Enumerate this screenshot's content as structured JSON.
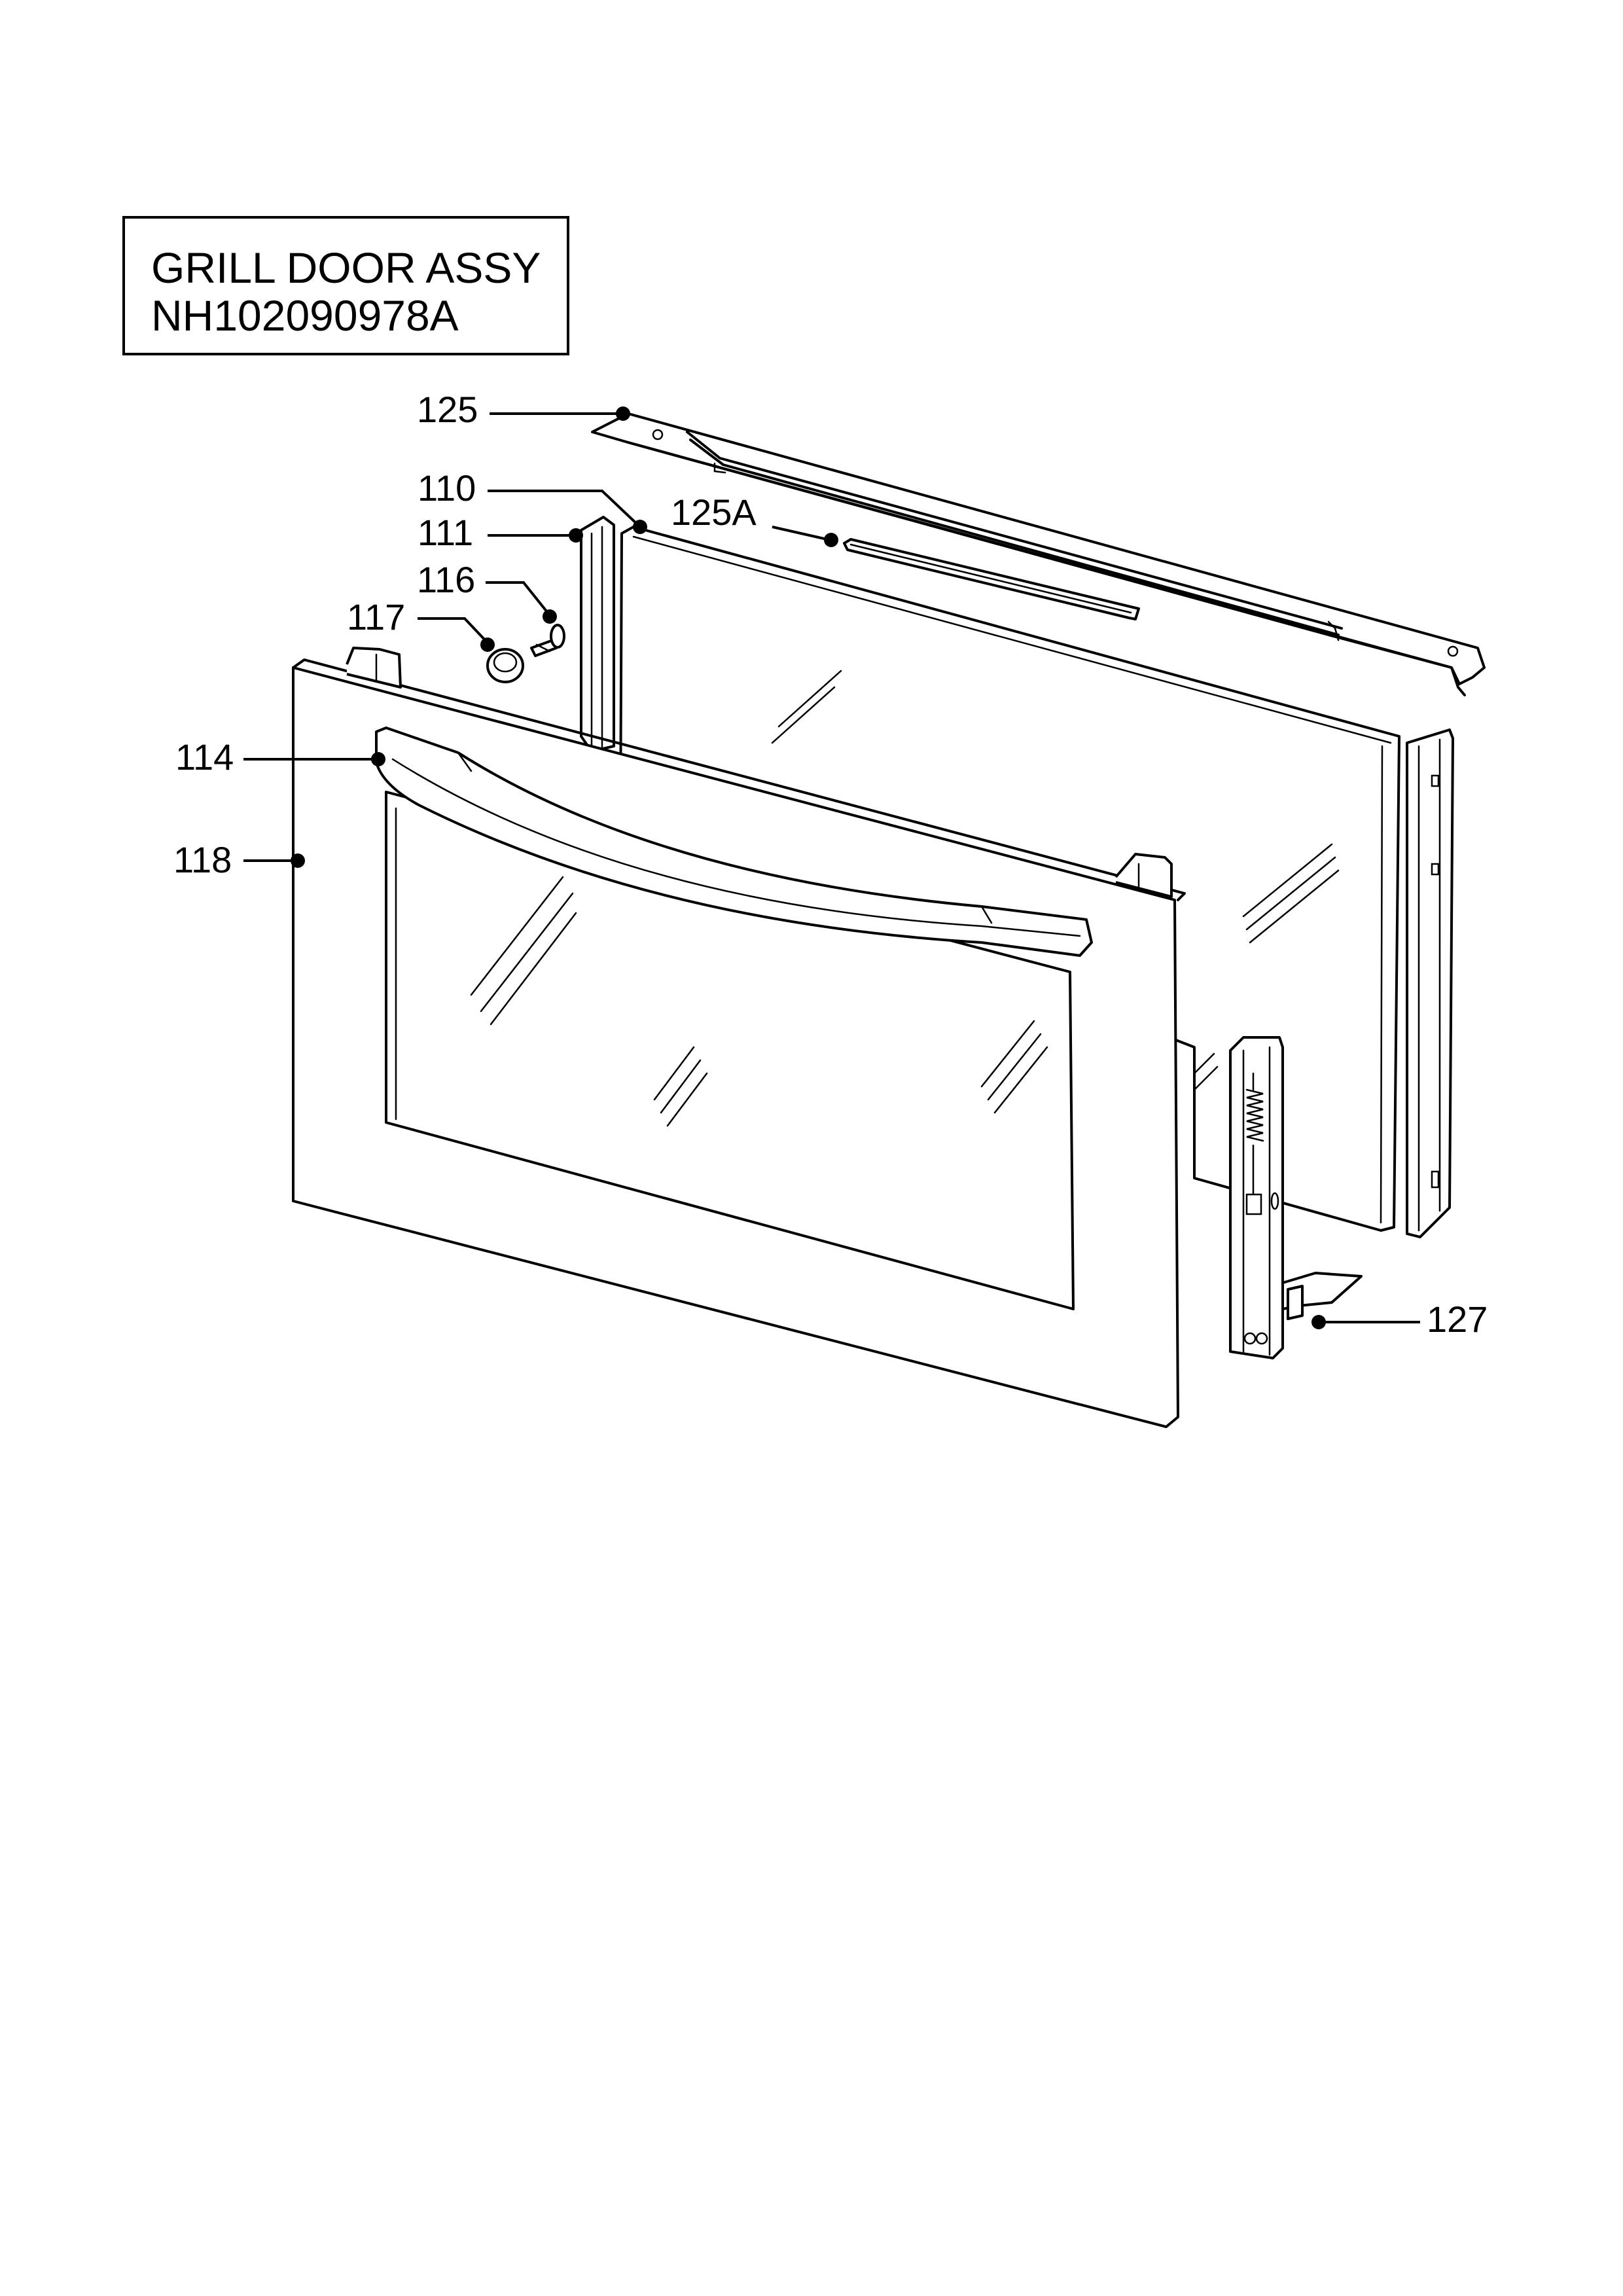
{
  "title_block": {
    "name": "GRILL DOOR ASSY",
    "part_number": "NH102090978A"
  },
  "callouts": {
    "c125": "125",
    "c110": "110",
    "c125a": "125A",
    "c111": "111",
    "c116": "116",
    "c117": "117",
    "c114": "114",
    "c118": "118",
    "c127": "127"
  }
}
